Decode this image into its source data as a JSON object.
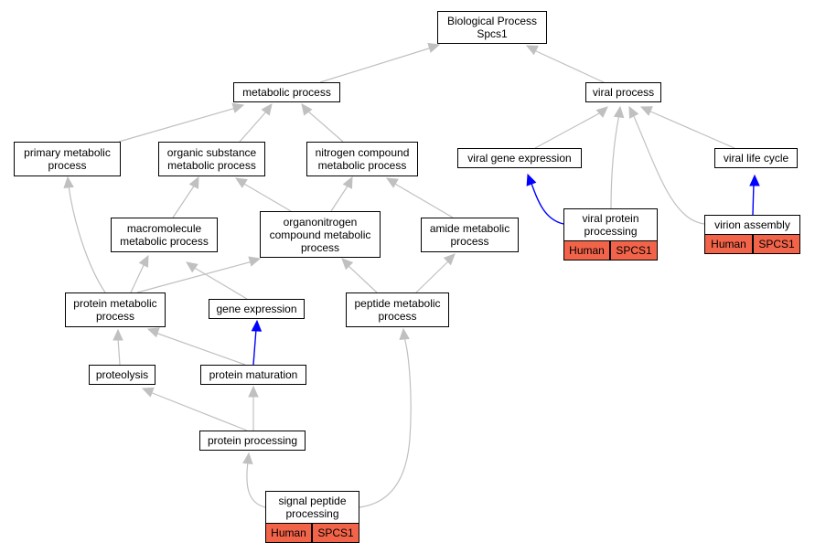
{
  "colors": {
    "edge_gray": "#c0c0c0",
    "edge_blue": "#0000ff",
    "tag_fill": "#f26449"
  },
  "nodes": {
    "bp": "Biological Process\nSpcs1",
    "metabolic": "metabolic process",
    "viral_process": "viral process",
    "primary_metabolic": "primary metabolic\nprocess",
    "organic_substance": "organic substance\nmetabolic process",
    "nitrogen_compound": "nitrogen compound\nmetabolic process",
    "viral_gene_expression": "viral gene expression",
    "viral_life_cycle": "viral life cycle",
    "macromolecule": "macromolecule\nmetabolic process",
    "organonitrogen": "organonitrogen\ncompound metabolic\nprocess",
    "amide": "amide metabolic\nprocess",
    "viral_protein_processing": "viral protein\nprocessing",
    "virion_assembly": "virion assembly",
    "protein_metabolic": "protein metabolic\nprocess",
    "gene_expression": "gene expression",
    "peptide_metabolic": "peptide metabolic\nprocess",
    "proteolysis": "proteolysis",
    "protein_maturation": "protein maturation",
    "protein_processing": "protein processing",
    "signal_peptide": "signal peptide\nprocessing"
  },
  "tags": {
    "species": "Human",
    "gene": "SPCS1"
  }
}
